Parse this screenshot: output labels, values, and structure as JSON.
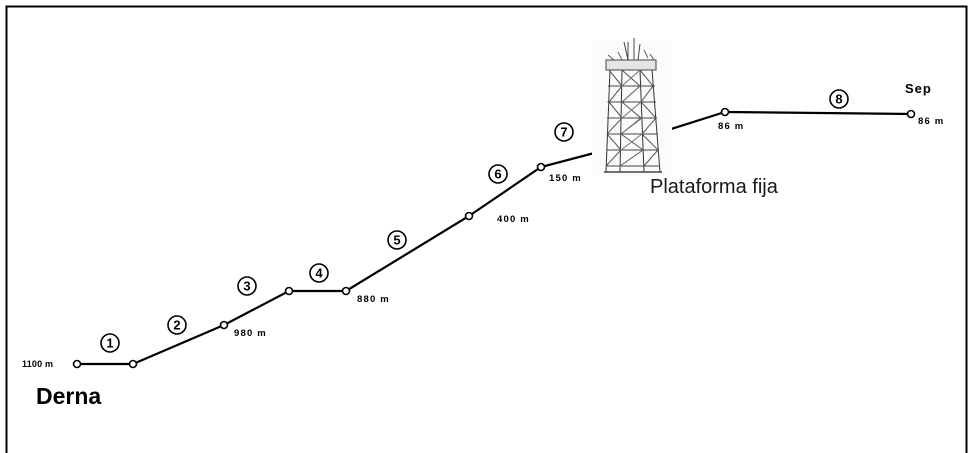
{
  "labels": {
    "start": "Derna",
    "platform": "Plataforma fija",
    "end": "Sep"
  },
  "segments": [
    "1",
    "2",
    "3",
    "4",
    "5",
    "6",
    "7",
    "8"
  ],
  "depths": {
    "derna": "1100 m",
    "n3": "980 m",
    "n5": "880 m",
    "n7": "400 m",
    "n8": "150 m",
    "n9": "86 m",
    "sep": "86 m"
  },
  "colors": {
    "line": "#000000",
    "border": "#000000",
    "background": "#ffffff"
  },
  "icons": {
    "platform": "offshore-platform-tower-icon"
  }
}
